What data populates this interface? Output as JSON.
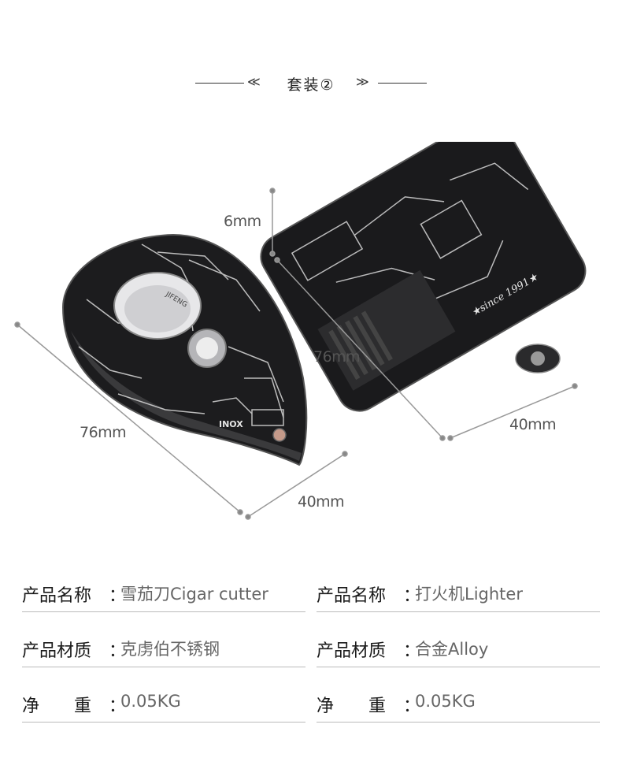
{
  "header": {
    "title": "套装②"
  },
  "dimensions": {
    "cutter_length": "76mm",
    "cutter_width": "40mm",
    "lighter_thickness": "6mm",
    "lighter_length": "76mm",
    "lighter_width": "40mm"
  },
  "product_art": {
    "cutter_marks": [
      "INOX",
      "JIFENG"
    ],
    "lighter_marks": [
      "★since 1991★"
    ]
  },
  "specs": {
    "left": [
      {
        "label": "产品名称",
        "value": "雪茄刀Cigar cutter"
      },
      {
        "label": "产品材质",
        "value": "克虏伯不锈钢"
      },
      {
        "label": "净　　重",
        "value": "0.05KG"
      }
    ],
    "right": [
      {
        "label": "产品名称",
        "value": "打火机Lighter"
      },
      {
        "label": "产品材质",
        "value": "合金Alloy"
      },
      {
        "label": "净　　重",
        "value": "0.05KG"
      }
    ],
    "colon": "："
  }
}
